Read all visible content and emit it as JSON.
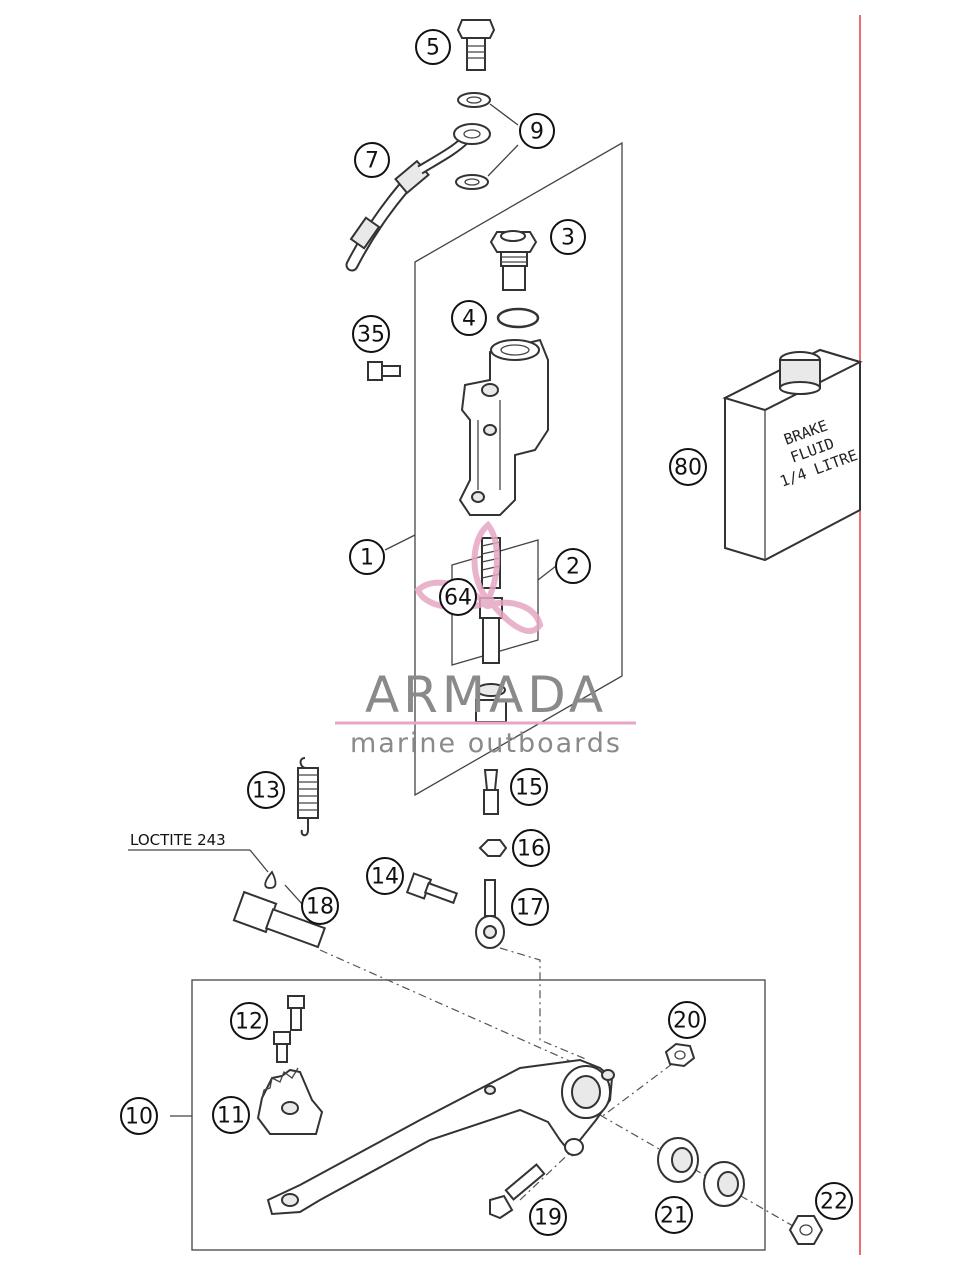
{
  "callouts": [
    {
      "id": "c5",
      "label": "5"
    },
    {
      "id": "c9",
      "label": "9"
    },
    {
      "id": "c7",
      "label": "7"
    },
    {
      "id": "c3",
      "label": "3"
    },
    {
      "id": "c4",
      "label": "4"
    },
    {
      "id": "c35",
      "label": "35"
    },
    {
      "id": "c80",
      "label": "80"
    },
    {
      "id": "c1",
      "label": "1"
    },
    {
      "id": "c2",
      "label": "2"
    },
    {
      "id": "c64",
      "label": "64"
    },
    {
      "id": "c13",
      "label": "13"
    },
    {
      "id": "c15",
      "label": "15"
    },
    {
      "id": "c16",
      "label": "16"
    },
    {
      "id": "c14",
      "label": "14"
    },
    {
      "id": "c17",
      "label": "17"
    },
    {
      "id": "c18",
      "label": "18"
    },
    {
      "id": "c12",
      "label": "12"
    },
    {
      "id": "c20",
      "label": "20"
    },
    {
      "id": "c10",
      "label": "10"
    },
    {
      "id": "c11",
      "label": "11"
    },
    {
      "id": "c21",
      "label": "21"
    },
    {
      "id": "c19",
      "label": "19"
    },
    {
      "id": "c22",
      "label": "22"
    }
  ],
  "note_label": "LOCTITE 243",
  "fluid_can": {
    "line1": "BRAKE",
    "line2": "FLUID",
    "line3": "1/4 LITRE"
  },
  "watermark": {
    "brand": "ARMADA",
    "tagline": "marine outboards",
    "accent_color": "#e7a6c4"
  },
  "colors": {
    "line": "#333333",
    "border_red": "#e04040"
  }
}
